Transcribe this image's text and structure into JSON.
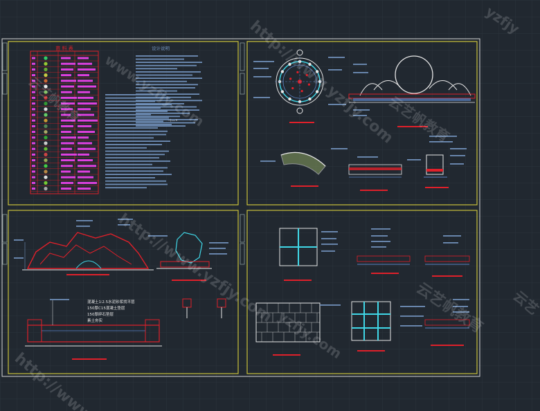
{
  "colors": {
    "background": "#212830",
    "grid": "#2b333d",
    "frame": "#c9c23a",
    "outer_frame": "#d8d8d8",
    "note_text": "#6f8fb8",
    "red": "#e0202a",
    "magenta": "#e040e0",
    "cyan": "#40d8e8",
    "white": "#e8e8e8",
    "blue_line": "#5b84c4"
  },
  "sheets": {
    "material_table": {
      "title": "苗 料 表"
    },
    "design_notes": {
      "title": "设计说明"
    }
  },
  "watermarks": [
    "www.yzfjy.com",
    "http://www.yzfjy.com",
    "云艺帆教育",
    "http://www.yzfjy.com",
    "云艺帆教育",
    "yzfjy",
    "云艺帆教育",
    "http://www",
    "云艺",
    "yzfjy.com"
  ],
  "annotations": {
    "planter_notes": [
      "混凝土1∶2.5水泥砂浆找平层",
      "150厚C15混凝土垫层",
      "150厚碎石垫层",
      "素土夯实"
    ]
  }
}
